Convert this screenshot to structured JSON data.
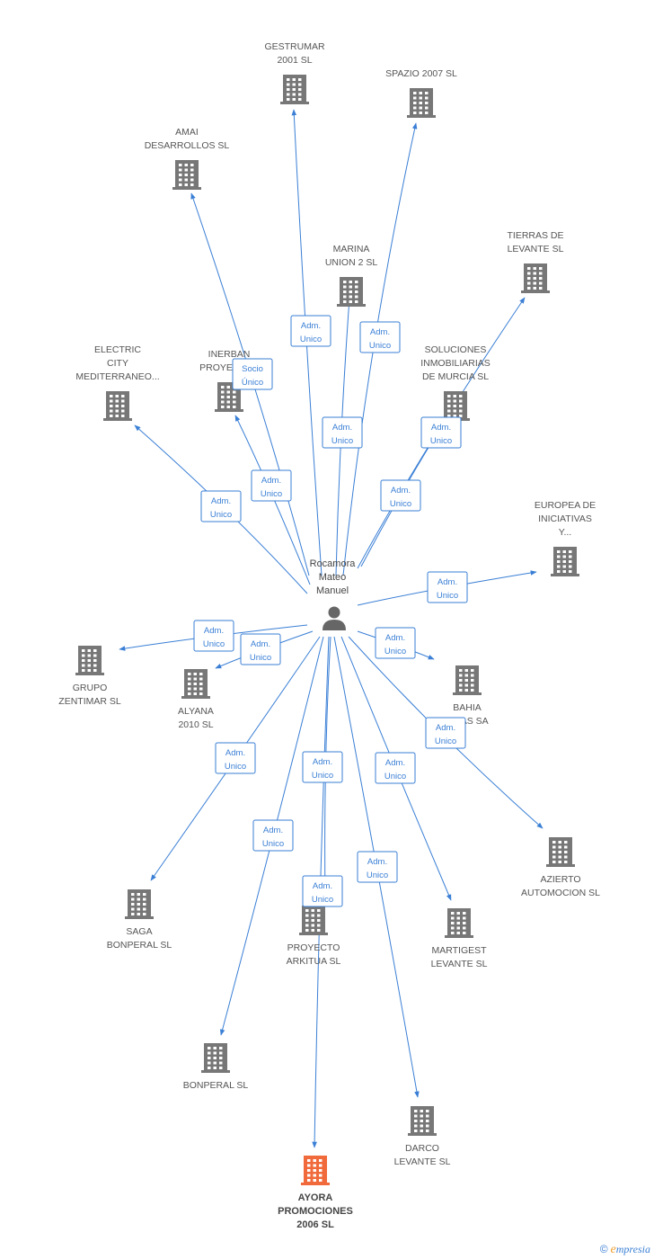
{
  "colors": {
    "edge": "#3a7fd5",
    "building": "#777777",
    "target": "#f06a3c",
    "person": "#666666"
  },
  "person": {
    "id": "p",
    "label": [
      "Rocamora",
      "Mateo",
      "Manuel"
    ],
    "icon": "person-icon"
  },
  "companies": [
    {
      "id": "gestrumar",
      "label": [
        "GESTRUMAR",
        "2001 SL"
      ]
    },
    {
      "id": "spazio",
      "label": [
        "SPAZIO 2007 SL"
      ]
    },
    {
      "id": "amai",
      "label": [
        "AMAI",
        "DESARROLLOS SL"
      ]
    },
    {
      "id": "marina",
      "label": [
        "MARINA",
        "UNION 2 SL"
      ]
    },
    {
      "id": "tierras",
      "label": [
        "TIERRAS DE",
        "LEVANTE SL"
      ]
    },
    {
      "id": "electric",
      "label": [
        "ELECTRIC",
        "CITY",
        "MEDITERRANEO..."
      ]
    },
    {
      "id": "inerban",
      "label": [
        "INERBAN",
        "PROYECTOS"
      ]
    },
    {
      "id": "soluciones",
      "label": [
        "SOLUCIONES",
        "INMOBILIARIAS",
        "DE MURCIA SL"
      ]
    },
    {
      "id": "europea",
      "label": [
        "EUROPEA DE",
        "INICIATIVAS",
        "Y..."
      ]
    },
    {
      "id": "grupo",
      "label": [
        "GRUPO",
        "ZENTIMAR SL"
      ]
    },
    {
      "id": "alyana",
      "label": [
        "ALYANA",
        "2010 SL"
      ]
    },
    {
      "id": "bahia",
      "label": [
        "BAHIA",
        "...RAS SA"
      ]
    },
    {
      "id": "azierto",
      "label": [
        "AZIERTO",
        "AUTOMOCION SL"
      ]
    },
    {
      "id": "saga",
      "label": [
        "SAGA",
        "BONPERAL SL"
      ]
    },
    {
      "id": "arkitua",
      "label": [
        "PROYECTO",
        "ARKITUA SL"
      ]
    },
    {
      "id": "martigest",
      "label": [
        "MARTIGEST",
        "LEVANTE SL"
      ]
    },
    {
      "id": "bonperal",
      "label": [
        "BONPERAL SL"
      ]
    },
    {
      "id": "darco",
      "label": [
        "DARCO",
        "LEVANTE SL"
      ]
    },
    {
      "id": "ayora",
      "label": [
        "AYORA",
        "PROMOCIONES",
        "2006 SL"
      ],
      "highlight": true
    }
  ],
  "edges": [
    {
      "to": "gestrumar",
      "label": [
        "Adm.",
        "Unico"
      ]
    },
    {
      "to": "spazio",
      "label": [
        "Adm.",
        "Unico"
      ]
    },
    {
      "to": "amai",
      "label": [
        "Socio",
        "Único"
      ]
    },
    {
      "to": "marina",
      "label": [
        "Adm.",
        "Unico"
      ]
    },
    {
      "to": "tierras",
      "label": [
        "Adm.",
        "Unico"
      ]
    },
    {
      "to": "electric",
      "label": [
        "Adm.",
        "Unico"
      ]
    },
    {
      "to": "inerban",
      "label": [
        "Adm.",
        "Unico"
      ]
    },
    {
      "to": "soluciones",
      "label": [
        "Adm.",
        "Unico"
      ]
    },
    {
      "to": "europea",
      "label": [
        "Adm.",
        "Unico"
      ]
    },
    {
      "to": "grupo",
      "label": [
        "Adm.",
        "Unico"
      ]
    },
    {
      "to": "alyana",
      "label": [
        "Adm.",
        "Unico"
      ]
    },
    {
      "to": "bahia",
      "label": [
        "Adm.",
        "Unico"
      ]
    },
    {
      "to": "azierto",
      "label": [
        "Adm.",
        "Unico"
      ]
    },
    {
      "to": "saga",
      "label": [
        "Adm.",
        "Unico"
      ]
    },
    {
      "to": "arkitua",
      "label": [
        "Adm.",
        "Unico"
      ]
    },
    {
      "to": "martigest",
      "label": [
        "Adm.",
        "Unico"
      ]
    },
    {
      "to": "bonperal",
      "label": [
        "Adm.",
        "Unico"
      ]
    },
    {
      "to": "darco",
      "label": [
        "Adm.",
        "Unico"
      ]
    },
    {
      "to": "ayora",
      "label": [
        "Adm.",
        "Unico"
      ]
    }
  ],
  "watermark": {
    "copyright": "©",
    "brand_initial": "e",
    "brand_rest": "mpresia"
  }
}
